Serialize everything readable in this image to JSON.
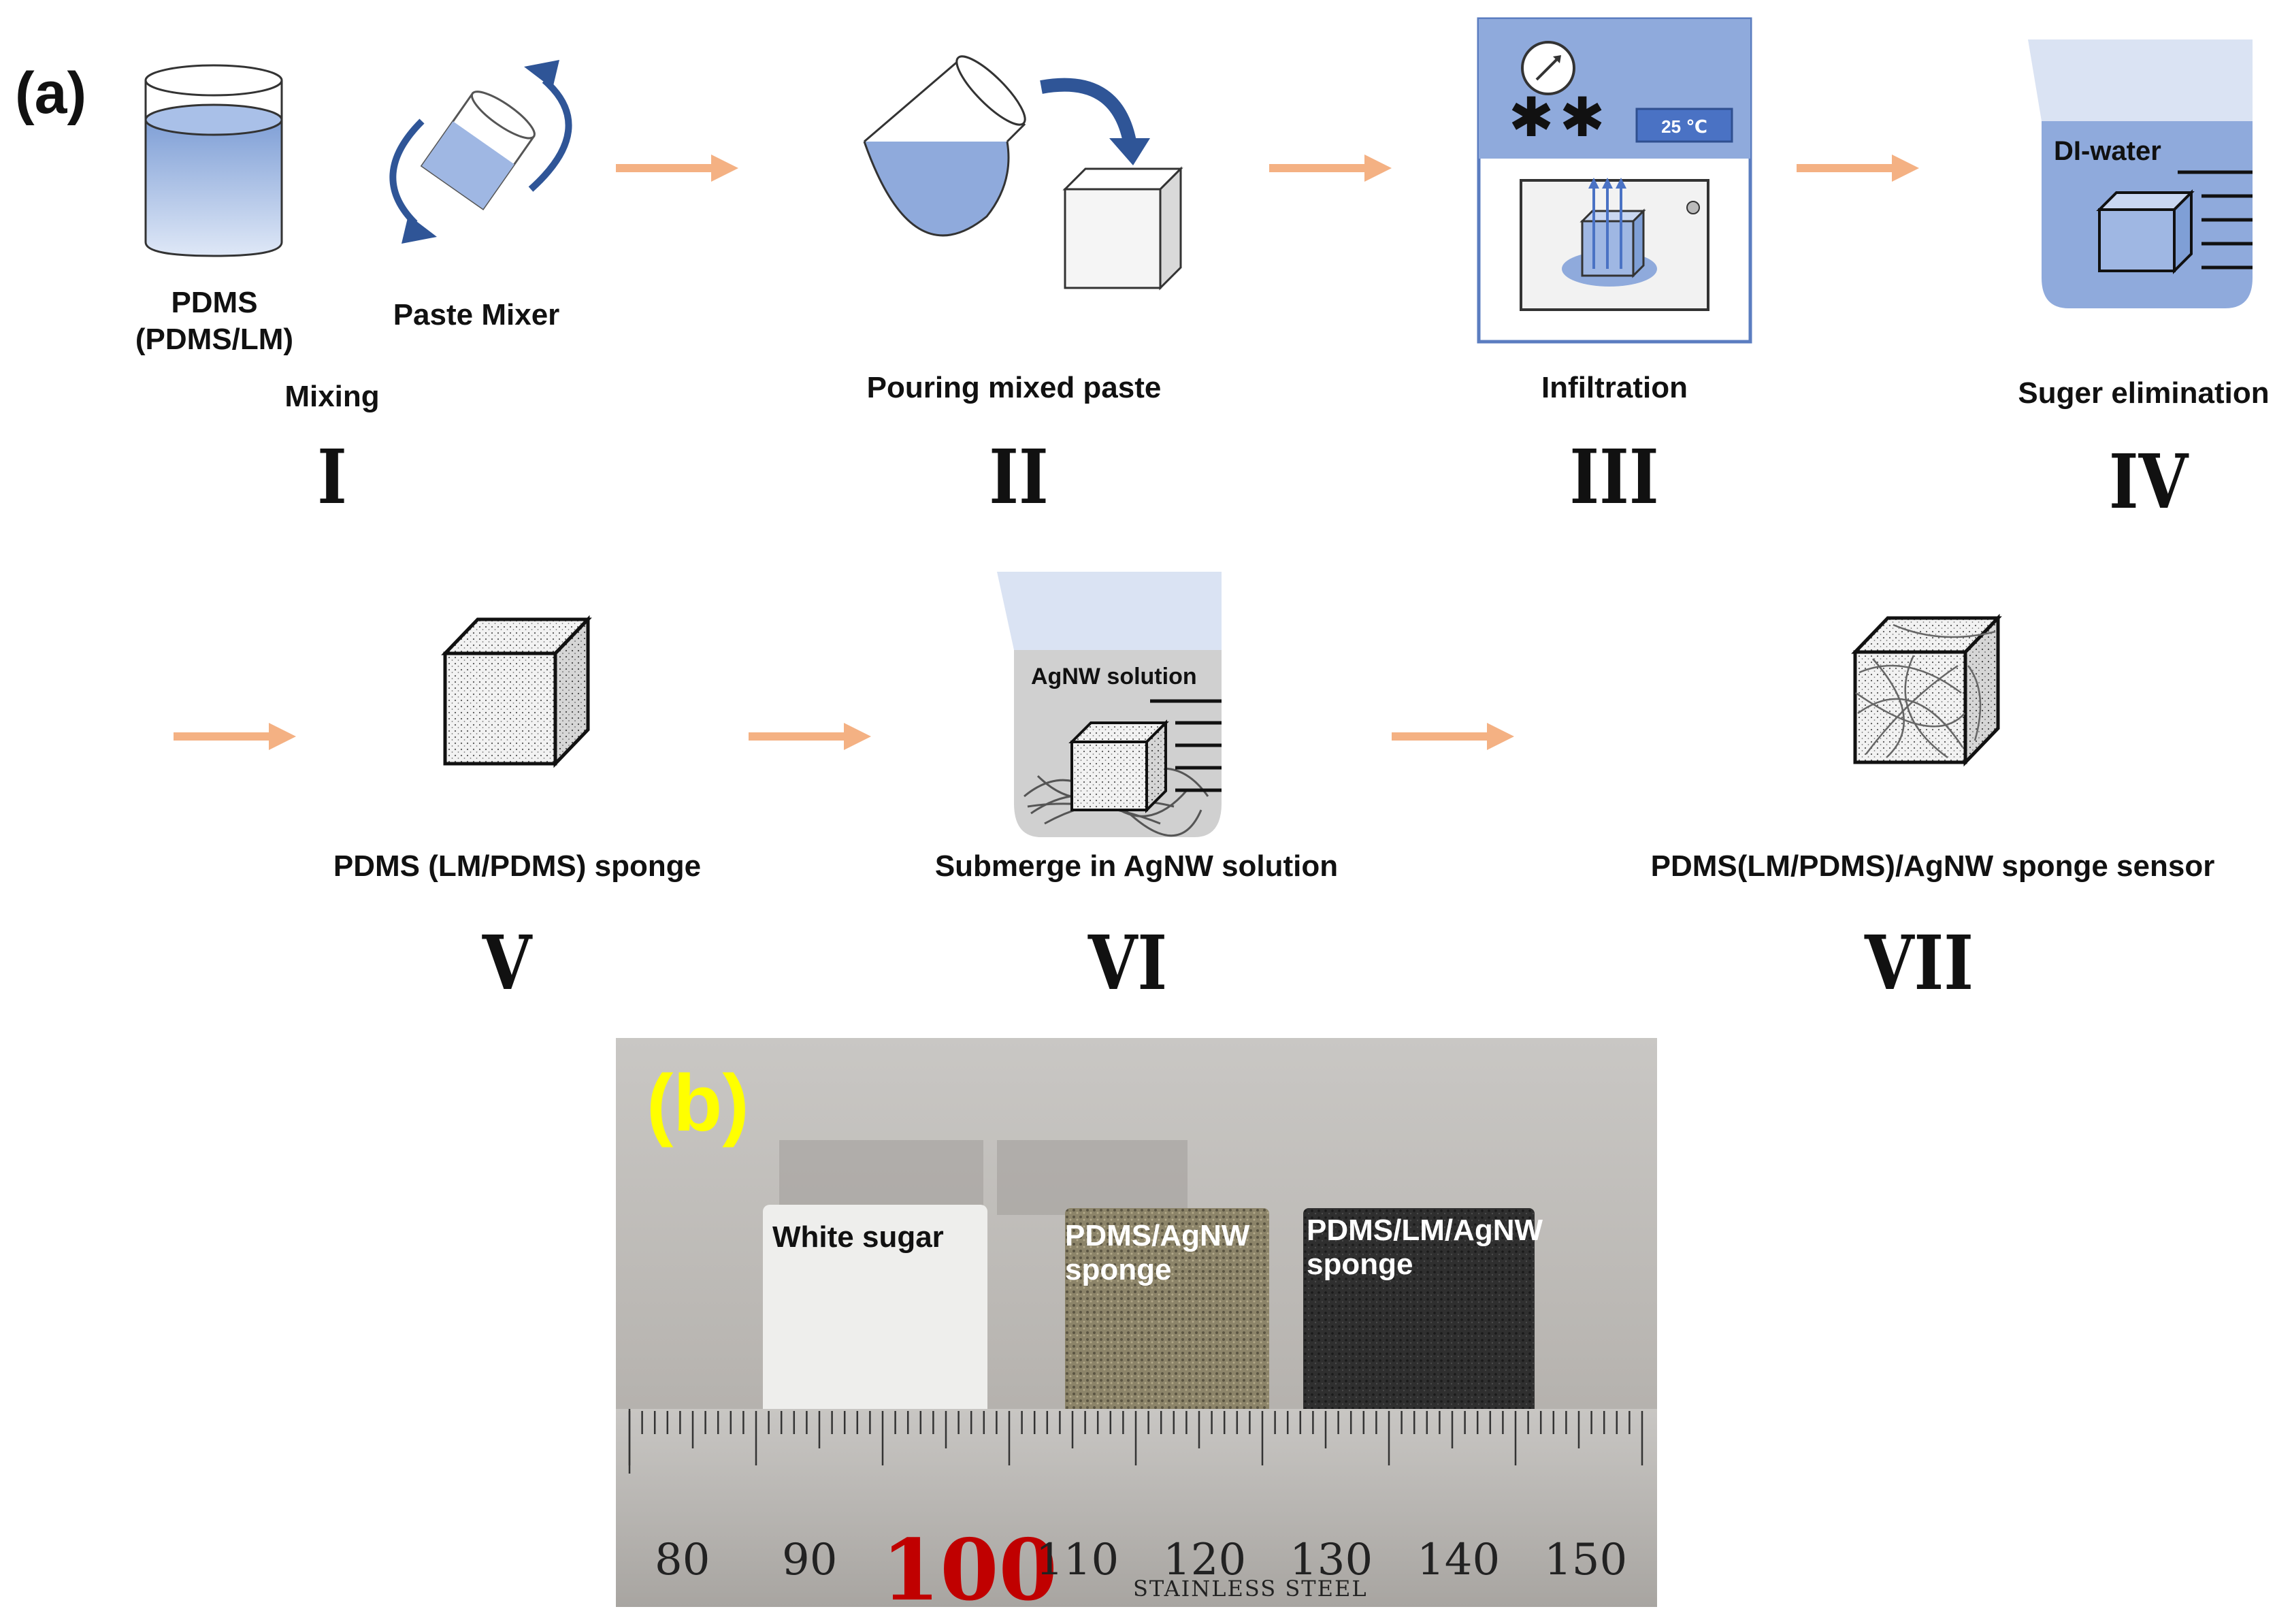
{
  "panel_a": {
    "label": "(a)",
    "steps": [
      {
        "numeral": "I",
        "caption": "Mixing",
        "items": [
          "PDMS\n(PDMS/LM)",
          "Paste Mixer"
        ]
      },
      {
        "numeral": "II",
        "caption": "Pouring mixed paste"
      },
      {
        "numeral": "III",
        "caption": "Infiltration",
        "display": "25 ℃"
      },
      {
        "numeral": "IV",
        "caption": "Suger elimination",
        "beaker_label": "DI-water"
      },
      {
        "numeral": "V",
        "caption": "PDMS (LM/PDMS) sponge"
      },
      {
        "numeral": "VI",
        "caption": "Submerge in AgNW solution",
        "beaker_label": "AgNW solution"
      },
      {
        "numeral": "VII",
        "caption": "PDMS(LM/PDMS)/AgNW sponge sensor"
      }
    ]
  },
  "panel_b": {
    "label": "(b)",
    "samples": [
      {
        "label": "White sugar"
      },
      {
        "label": "PDMS/AgNW\nsponge"
      },
      {
        "label": "PDMS/LM/AgNW\nsponge"
      }
    ],
    "ruler": {
      "numbers": [
        "80",
        "90",
        "100",
        "110",
        "120",
        "130",
        "140",
        "150"
      ],
      "caption": "STAINLESS STEEL"
    }
  },
  "colors": {
    "arrow": "#f4b183",
    "liquid_blue": "#8faadc",
    "machine_blue": "#8faadc",
    "label_b": "#ffff00",
    "ruler_red": "#c00000"
  }
}
